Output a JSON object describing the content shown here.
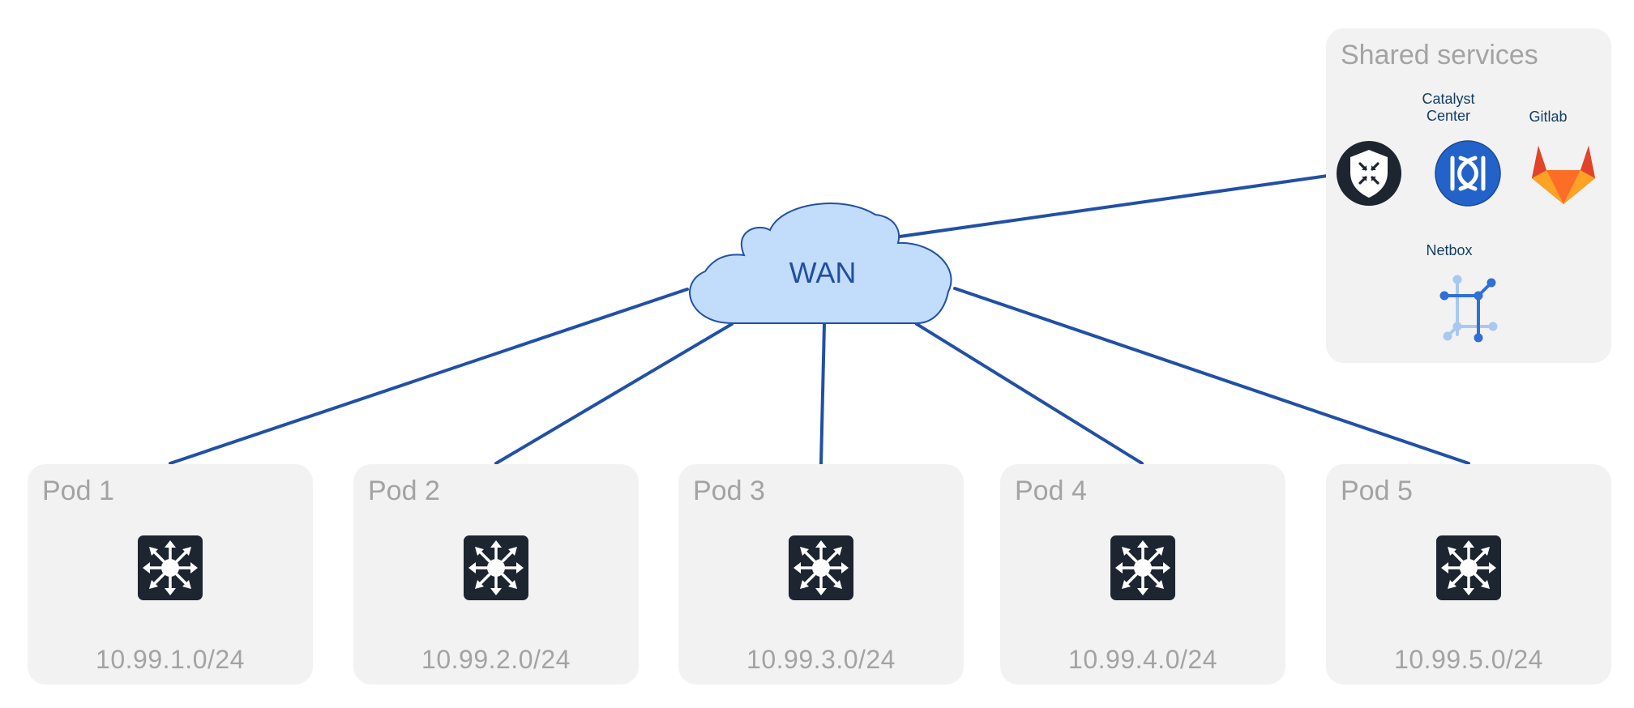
{
  "wan": {
    "label": "WAN"
  },
  "shared_services": {
    "title": "Shared services",
    "items": [
      {
        "label": "Catalyst Center",
        "icon": "catalyst-center-icon"
      },
      {
        "label": "Gitlab",
        "icon": "gitlab-icon"
      },
      {
        "label": "Netbox",
        "icon": "netbox-icon"
      }
    ],
    "firewall_icon": "firewall-icon"
  },
  "pods": [
    {
      "title": "Pod 1",
      "subnet": "10.99.1.0/24",
      "icon": "layer3-switch-icon"
    },
    {
      "title": "Pod 2",
      "subnet": "10.99.2.0/24",
      "icon": "layer3-switch-icon"
    },
    {
      "title": "Pod 3",
      "subnet": "10.99.3.0/24",
      "icon": "layer3-switch-icon"
    },
    {
      "title": "Pod 4",
      "subnet": "10.99.4.0/24",
      "icon": "layer3-switch-icon"
    },
    {
      "title": "Pod 5",
      "subnet": "10.99.5.0/24",
      "icon": "layer3-switch-icon"
    }
  ],
  "colors": {
    "link": "#2150a6",
    "cloud_fill": "#c2dcfb",
    "panel_bg": "#f2f2f2",
    "muted_text": "#a3a3a3",
    "gitlab_orange": "#e24329"
  }
}
